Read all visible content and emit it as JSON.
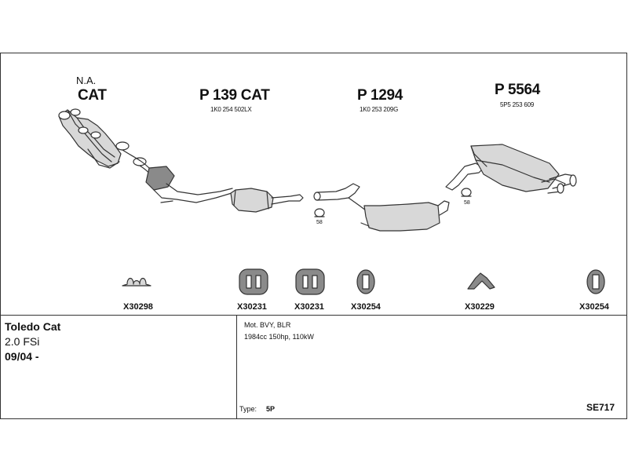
{
  "parts": {
    "p1": {
      "label_top": "N.A.",
      "label": "CAT"
    },
    "p2": {
      "label": "P 139 CAT",
      "ref": "1K0 254 502LX"
    },
    "p3": {
      "label": "P 1294",
      "ref": "1K0 253 209G"
    },
    "p4": {
      "label": "P 5564",
      "ref": "5P5 253 609"
    }
  },
  "notes": {
    "n1": "58",
    "n2": "58"
  },
  "clamps": [
    "X30298",
    "X30231",
    "X30231",
    "X30254",
    "X30229",
    "X30254"
  ],
  "vehicle": {
    "model": "Toledo Cat",
    "engine": "2.0 FSi",
    "date": "09/04 -"
  },
  "specs": {
    "motor": "Mot. BVY, BLR",
    "power": "1984cc 150hp, 110kW",
    "type_label": "Type:",
    "type_value": "5P",
    "code": "SE717"
  },
  "colors": {
    "line": "#333333",
    "fill_light": "#d8d8d8",
    "fill_dark": "#8a8a8a"
  }
}
